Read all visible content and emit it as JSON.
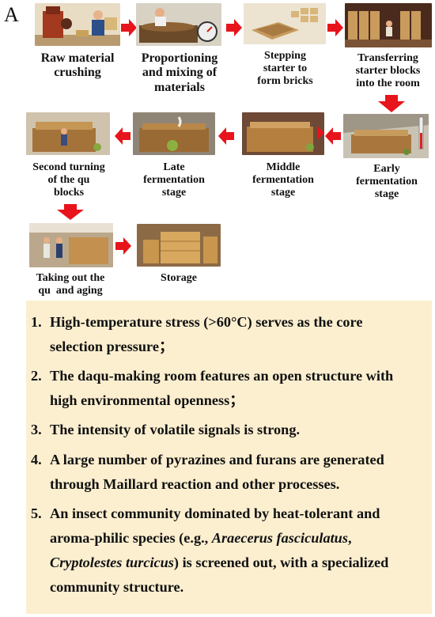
{
  "panel_letter": "A",
  "steps": [
    {
      "id": "raw",
      "caption": [
        "Raw material",
        "crushing"
      ]
    },
    {
      "id": "mix",
      "caption": [
        "Proportioning",
        "and mixing of",
        "materials"
      ]
    },
    {
      "id": "step",
      "caption": [
        "Stepping",
        "starter to",
        "form bricks"
      ]
    },
    {
      "id": "transfer",
      "caption": [
        "Transferring",
        "starter blocks",
        "into the room"
      ]
    },
    {
      "id": "early",
      "caption": [
        "Early",
        "fermentation",
        "stage"
      ]
    },
    {
      "id": "middle",
      "caption": [
        "Middle",
        "fermentation",
        "stage"
      ]
    },
    {
      "id": "late",
      "caption": [
        "Late",
        "fermentation",
        "stage"
      ]
    },
    {
      "id": "second",
      "caption": [
        "Second turning",
        "of the qu",
        "blocks"
      ]
    },
    {
      "id": "takeout",
      "caption": [
        "Taking out the",
        "qu  and aging"
      ]
    },
    {
      "id": "storage",
      "caption": [
        "Storage"
      ]
    }
  ],
  "notes": [
    {
      "num": "1.",
      "lines": [
        "High-temperature stress (>60°C) serves as the core",
        "selection pressure；"
      ]
    },
    {
      "num": "2.",
      "lines": [
        "The daqu-making room features an open structure with",
        "high environmental openness；"
      ]
    },
    {
      "num": "3.",
      "lines": [
        "The intensity of volatile signals is strong."
      ]
    },
    {
      "num": "4.",
      "lines": [
        "A large number of pyrazines and furans are generated",
        "through Maillard reaction and other processes."
      ]
    },
    {
      "num": "5.",
      "lines": [
        "An insect community dominated by heat-tolerant and",
        "aroma-philic species (e.g., ",
        "Araecerus fasciculatus",
        ",",
        "Cryptolestes turcicus",
        ") is screened out, with a specialized",
        "community structure."
      ]
    }
  ],
  "colors": {
    "arrow": "#e8141b",
    "notes_bg": "#fcefd0",
    "text": "#111111"
  }
}
